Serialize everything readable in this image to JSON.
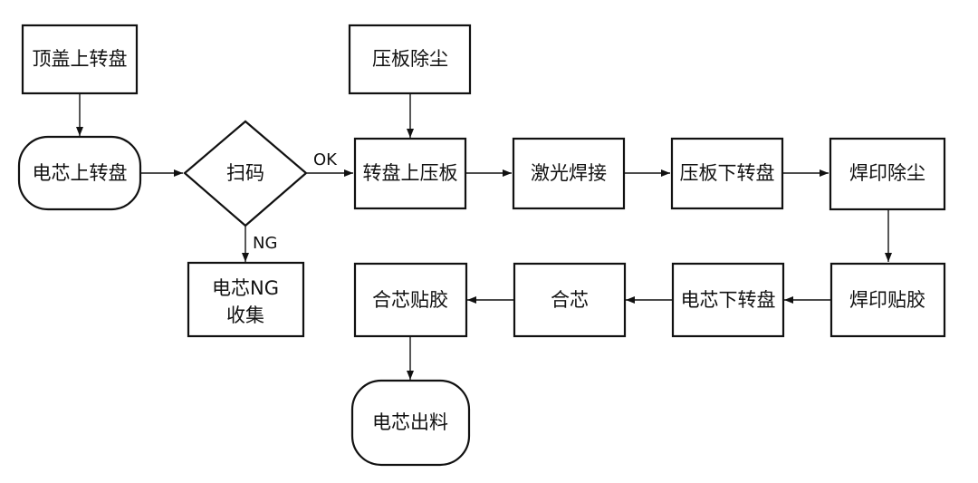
{
  "nodes": {
    "top_cover": "顶盖上转盘",
    "press_dust": "压板除尘",
    "cell_load": "电芯上转盘",
    "scan": "扫码",
    "turntable_press": "转盘上压板",
    "laser_weld": "激光焊接",
    "press_unload": "压板下转盘",
    "weld_dust": "焊印除尘",
    "ng_collect_line1": "电芯NG",
    "ng_collect_line2": "收集",
    "core_glue": "合芯贴胶",
    "core_merge": "合芯",
    "cell_unload": "电芯下转盘",
    "weld_glue": "焊印贴胶",
    "cell_out": "电芯出料"
  },
  "edge_labels": {
    "ok": "OK",
    "ng": "NG"
  }
}
